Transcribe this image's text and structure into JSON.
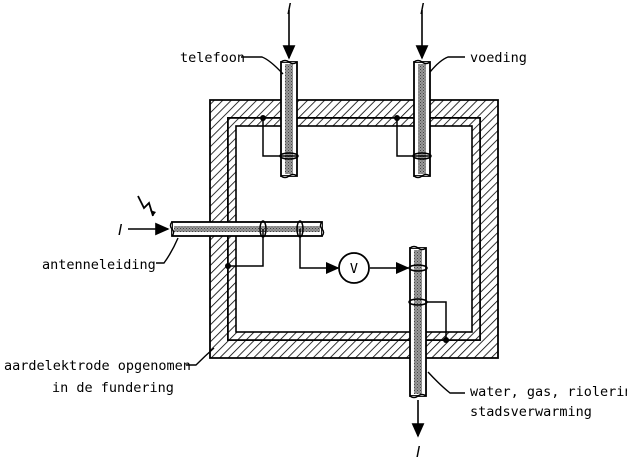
{
  "labels": {
    "telefoon": "telefoon",
    "voeding": "voeding",
    "antenneleiding": "antenneleiding",
    "aardelektrode_line1": "aardelektrode opgenomen",
    "aardelektrode_line2": "in de fundering",
    "water_line1": "water, gas, riolering,",
    "water_line2": "stadsverwarming",
    "voltmeter": "V",
    "current_symbol": "I"
  },
  "colors": {
    "ink": "#000000",
    "paper": "#ffffff"
  },
  "icons": {
    "lightning": "lightning-icon",
    "arrow": "arrow-icon"
  }
}
